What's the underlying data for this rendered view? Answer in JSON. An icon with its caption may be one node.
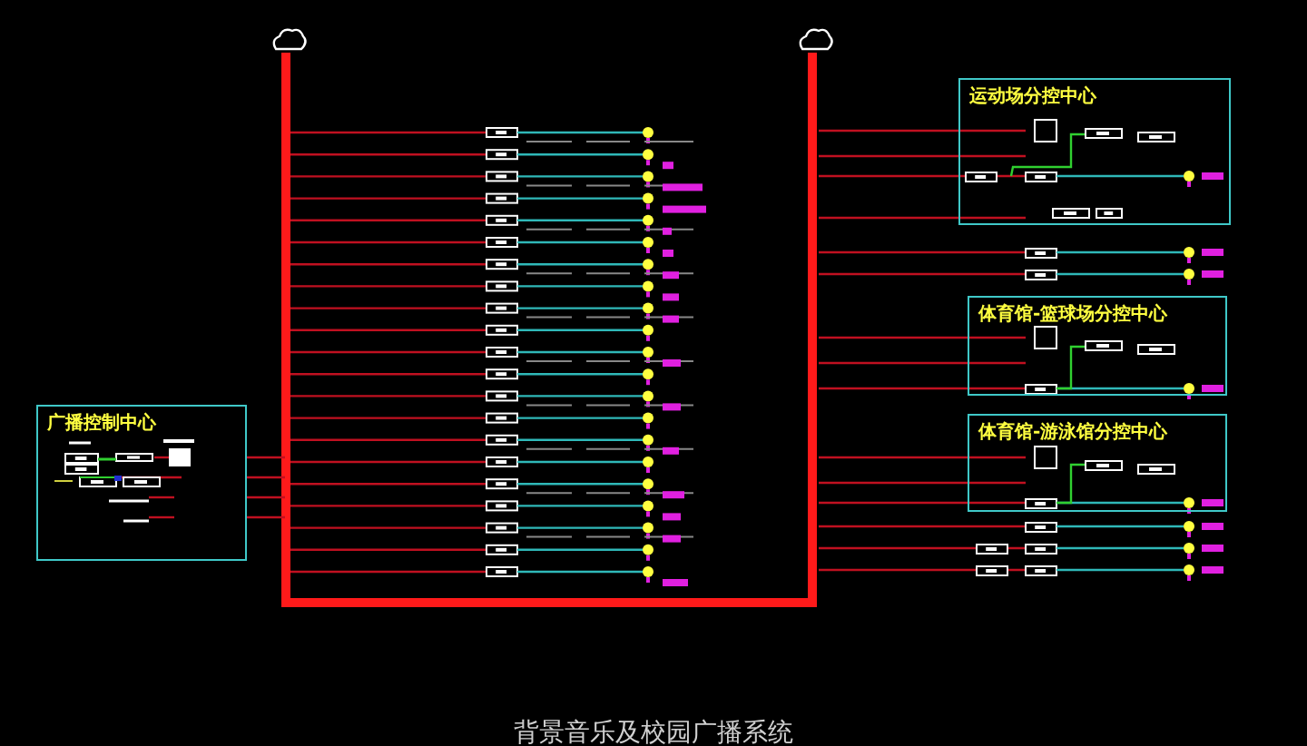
{
  "diagram": {
    "caption": "背景音乐及校园广播系统",
    "nodes": [
      {
        "text": [
          "广播控制中心"
        ]
      },
      {
        "text": [
          "运动场分控中心"
        ]
      },
      {
        "text": [
          "体育馆-篮球场分控中心"
        ]
      },
      {
        "text": [
          "体育馆-游泳馆分控中心"
        ]
      },
      {
        "text": [],
        "shape": "cloud"
      },
      {
        "text": [],
        "shape": "cloud"
      }
    ],
    "edges": [
      {
        "from": 4,
        "to": 5,
        "arrow": "none",
        "style": "thick"
      },
      {
        "from": 0,
        "to": null,
        "arrow": "none"
      },
      {
        "from": 0,
        "to": null,
        "arrow": "none"
      },
      {
        "from": 0,
        "to": null,
        "arrow": "none"
      },
      {
        "from": 0,
        "to": null,
        "arrow": "none"
      },
      {
        "from": null,
        "to": 1,
        "arrow": "none"
      },
      {
        "from": null,
        "to": 1,
        "arrow": "none"
      },
      {
        "from": null,
        "to": 1,
        "arrow": "none"
      },
      {
        "from": null,
        "to": 1,
        "arrow": "none"
      },
      {
        "from": null,
        "to": 2,
        "arrow": "none"
      },
      {
        "from": null,
        "to": 2,
        "arrow": "none"
      },
      {
        "from": null,
        "to": 2,
        "arrow": "none"
      },
      {
        "from": null,
        "to": 3,
        "arrow": "none"
      },
      {
        "from": null,
        "to": 3,
        "arrow": "none"
      },
      {
        "from": null,
        "to": 3,
        "arrow": "none"
      }
    ]
  }
}
